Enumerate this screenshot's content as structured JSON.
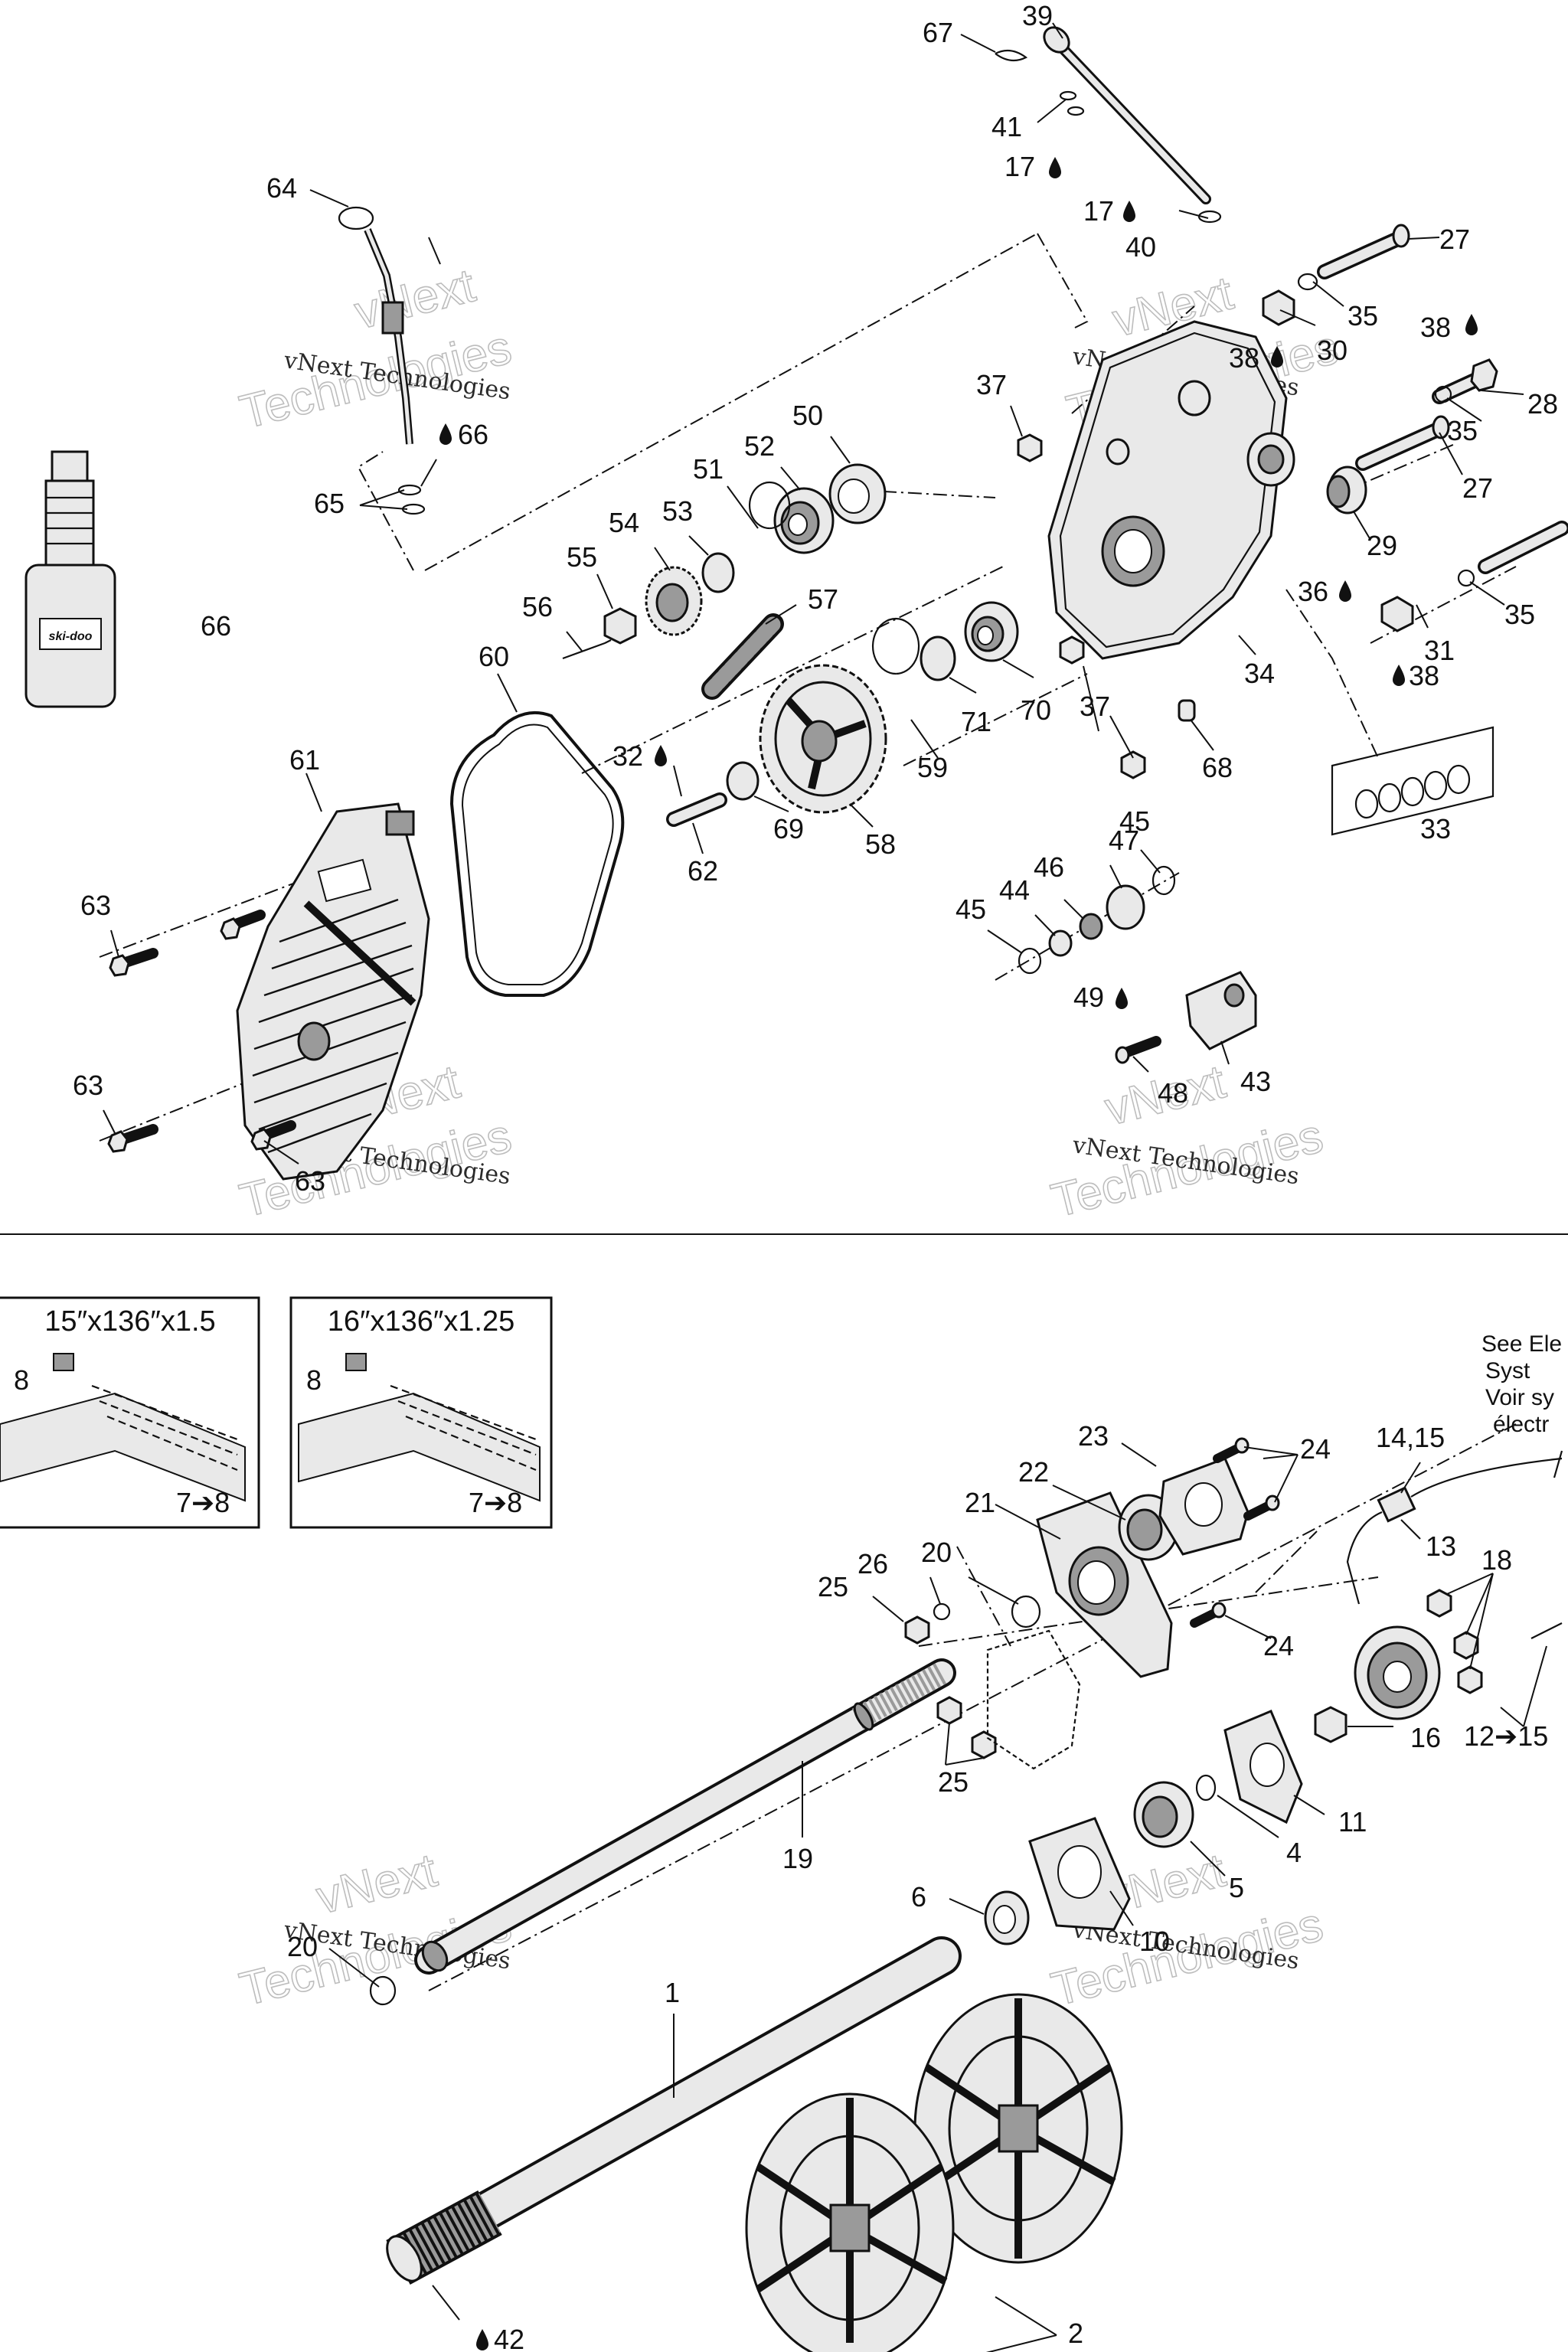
{
  "callouts": {
    "c67": "67",
    "c39": "39",
    "c41": "41",
    "c17a": "17",
    "c17b": "17",
    "c40": "40",
    "c27a": "27",
    "c35a": "35",
    "c30": "30",
    "c38a": "38",
    "c38b": "38",
    "c28": "28",
    "c35b": "35",
    "c27b": "27",
    "c29": "29",
    "c64": "64",
    "c65": "65",
    "c66a": "66",
    "c66b": "66",
    "c37a": "37",
    "c50": "50",
    "c52": "52",
    "c51": "51",
    "c54": "54",
    "c53": "53",
    "c55": "55",
    "c56": "56",
    "c57": "57",
    "c36": "36",
    "c35c": "35",
    "c31": "31",
    "c38c": "38",
    "c34": "34",
    "c60": "60",
    "c61": "61",
    "c32": "32",
    "c59": "59",
    "c71": "71",
    "c70": "70",
    "c37b": "37",
    "c68": "68",
    "c33": "33",
    "c62": "62",
    "c69": "69",
    "c58": "58",
    "c47": "47",
    "c45a": "45",
    "c46": "46",
    "c44": "44",
    "c45b": "45",
    "c63a": "63",
    "c49": "49",
    "c48": "48",
    "c43": "43",
    "c63b": "63",
    "c63c": "63",
    "c8a": "8",
    "c78a": "7➔8",
    "c8b": "8",
    "c78b": "7➔8",
    "c23": "23",
    "c24a": "24",
    "c14": "14,15",
    "c22": "22",
    "c21": "21",
    "c13": "13",
    "c26": "26",
    "c20a": "20",
    "c25a": "25",
    "c18": "18",
    "c24b": "24",
    "c16": "16",
    "c1215": "12➔15",
    "c11": "11",
    "c4": "4",
    "c25b": "25",
    "c19": "19",
    "c5": "5",
    "c6": "6",
    "c10": "10",
    "c20b": "20",
    "c1": "1",
    "c2": "2",
    "c42": "42"
  },
  "track_boxes": {
    "box1_title": "15″x136″x1.5",
    "box2_title": "16″x136″x1.25"
  },
  "note": {
    "line1": "See Ele",
    "line2": "Syst",
    "line3": "Voir sy",
    "line4": "électr"
  },
  "bottle_label": "ski-doo",
  "watermark": {
    "line1": "vNext Technologies",
    "line2": "vNext",
    "line3": "Technologies"
  },
  "colors": {
    "ink": "#111111",
    "part_fill": "#e9e9e9",
    "part_dark": "#9a9a9a",
    "watermark_outline": "#bdbdbd"
  }
}
